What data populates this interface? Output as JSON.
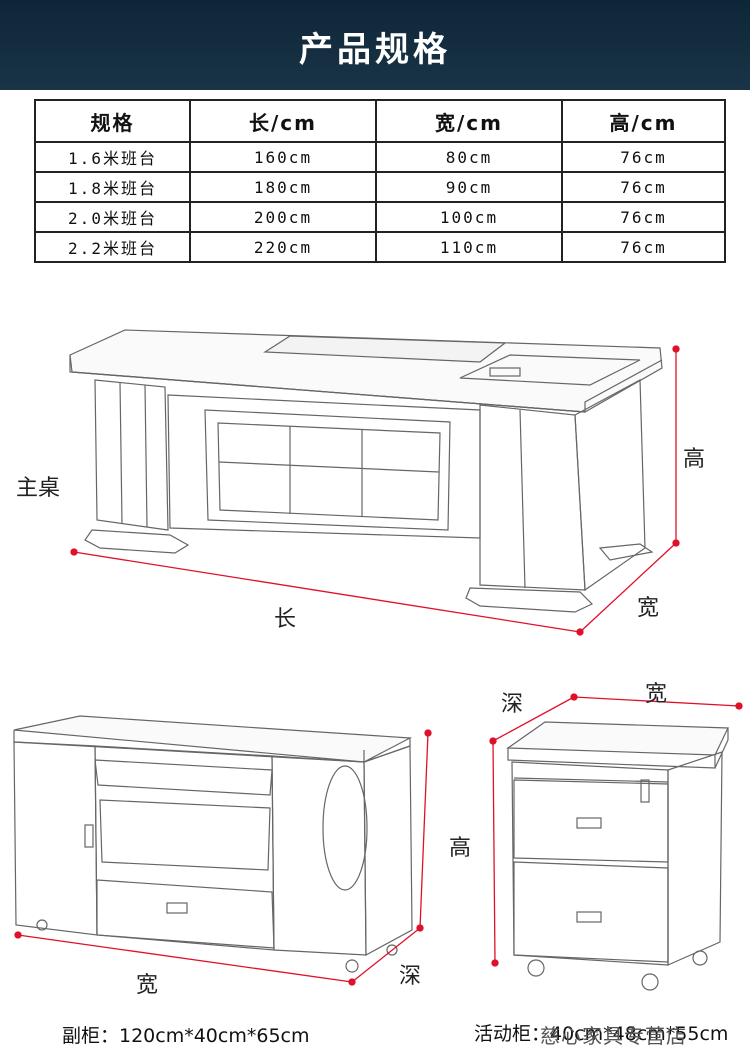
{
  "header": {
    "title": "产品规格"
  },
  "spec_table": {
    "columns": [
      "规格",
      "长/cm",
      "宽/cm",
      "高/cm"
    ],
    "rows": [
      [
        "1.6米班台",
        "160cm",
        "80cm",
        "76cm"
      ],
      [
        "1.8米班台",
        "180cm",
        "90cm",
        "76cm"
      ],
      [
        "2.0米班台",
        "200cm",
        "100cm",
        "76cm"
      ],
      [
        "2.2米班台",
        "220cm",
        "110cm",
        "76cm"
      ]
    ]
  },
  "main_desk": {
    "name": "主桌",
    "length": "长",
    "width": "宽",
    "height": "高"
  },
  "side_cabinet": {
    "width": "宽",
    "depth": "深",
    "height": "高",
    "caption": "副柜：120cm*40cm*65cm"
  },
  "mobile_cabinet": {
    "depth": "深",
    "width": "宽",
    "caption": "活动柜：40cm*48cm*55cm"
  },
  "watermark": "慈心家具专营店",
  "colors": {
    "header_bg": "#132d40",
    "dimension_line": "#e0102a",
    "sketch": "#555555"
  }
}
